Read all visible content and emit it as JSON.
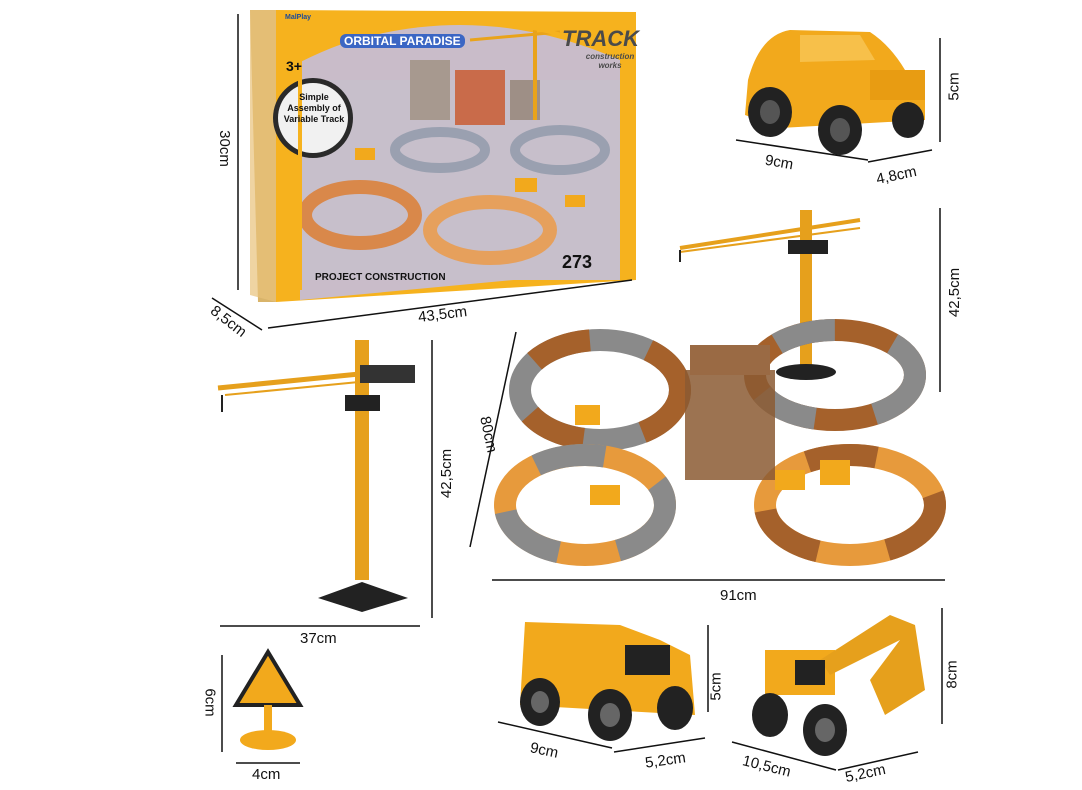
{
  "box": {
    "brand": "MalPlay",
    "series": "ORBITAL PARADISE",
    "title": "TRACK",
    "subtitle": "construction works",
    "age": "3+",
    "badge": "Simple Assembly of Variable Track",
    "piece_count": "273",
    "product_name": "PROJECT CONSTRUCTION"
  },
  "dimensions": {
    "box_height": "30cm",
    "box_depth": "8,5cm",
    "box_width": "43,5cm",
    "car_height": "5cm",
    "car_length": "9cm",
    "car_width": "4,8cm",
    "crane_top_height": "42,5cm",
    "track_depth": "80cm",
    "track_width": "91cm",
    "crane_height": "42,5cm",
    "crane_width": "37cm",
    "sign_height": "6cm",
    "sign_width": "4cm",
    "truck_height": "5cm",
    "truck_length": "9cm",
    "truck_width": "5,2cm",
    "excavator_height": "8cm",
    "excavator_length": "10,5cm",
    "excavator_width": "5,2cm"
  },
  "colors": {
    "toy_yellow": "#f2a91c",
    "box_yellow": "#f6b21e",
    "track_grey": "#8a8a8a",
    "track_brown": "#a5612b",
    "track_orange": "#e79a3c"
  }
}
